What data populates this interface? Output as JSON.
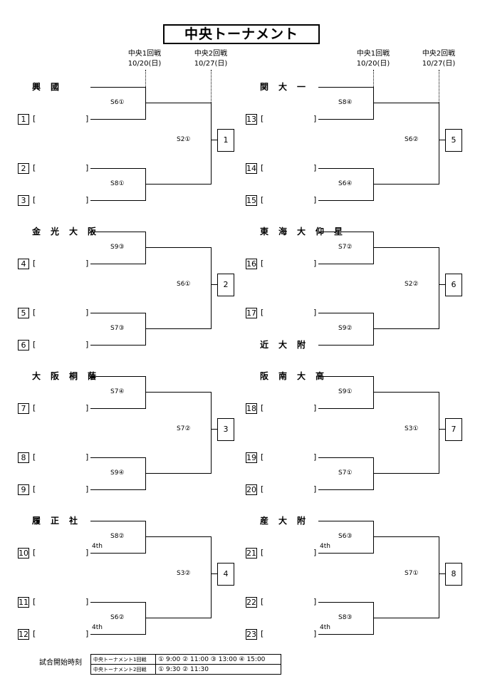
{
  "title": "中央トーナメント",
  "round_headers": {
    "r1": "中央1回戦",
    "r1_date": "10/20(日)",
    "r2": "中央2回戦",
    "r2_date": "10/27(日)"
  },
  "bracket_open": "[",
  "bracket_close": "]",
  "blocks": [
    {
      "seed": "興國",
      "slots": [
        "1",
        "2",
        "3"
      ],
      "m1": "S6①",
      "m2": "S8①",
      "r2": "S2①",
      "winner": "1"
    },
    {
      "seed": "関大一",
      "slots": [
        "13",
        "14",
        "15"
      ],
      "m1": "S8④",
      "m2": "S6④",
      "r2": "S6②",
      "winner": "5"
    },
    {
      "seed": "金光大阪",
      "slots": [
        "4",
        "5",
        "6"
      ],
      "m1": "S9③",
      "m2": "S7③",
      "r2": "S6①",
      "winner": "2"
    },
    {
      "seed": "東海大仰星",
      "bottom_seed": "近大附",
      "slots": [
        "16",
        "17"
      ],
      "m1": "S7②",
      "m2": "S9②",
      "r2": "S2②",
      "winner": "6"
    },
    {
      "seed": "大阪桐蔭",
      "slots": [
        "7",
        "8",
        "9"
      ],
      "m1": "S7④",
      "m2": "S9④",
      "r2": "S7②",
      "winner": "3"
    },
    {
      "seed": "阪南大高",
      "slots": [
        "18",
        "19",
        "20"
      ],
      "m1": "S9①",
      "m2": "S7①",
      "r2": "S3①",
      "winner": "7"
    },
    {
      "seed": "履正社",
      "slots": [
        "10",
        "11",
        "12"
      ],
      "m1": "S8②",
      "m2": "S6②",
      "note1": "4th",
      "note2": "4th",
      "r2": "S3②",
      "winner": "4"
    },
    {
      "seed": "産大附",
      "slots": [
        "21",
        "22",
        "23"
      ],
      "m1": "S6③",
      "m2": "S8③",
      "note1": "4th",
      "note2": "4th",
      "r2": "S7①",
      "winner": "8"
    }
  ],
  "footer": {
    "label": "試合開始時刻",
    "rows": [
      {
        "name": "中央トーナメント1回戦",
        "times": "①  9:00   ② 11:00   ③ 13:00   ④ 15:00"
      },
      {
        "name": "中央トーナメント2回戦",
        "times": "①  9:30   ② 11:30"
      }
    ]
  }
}
